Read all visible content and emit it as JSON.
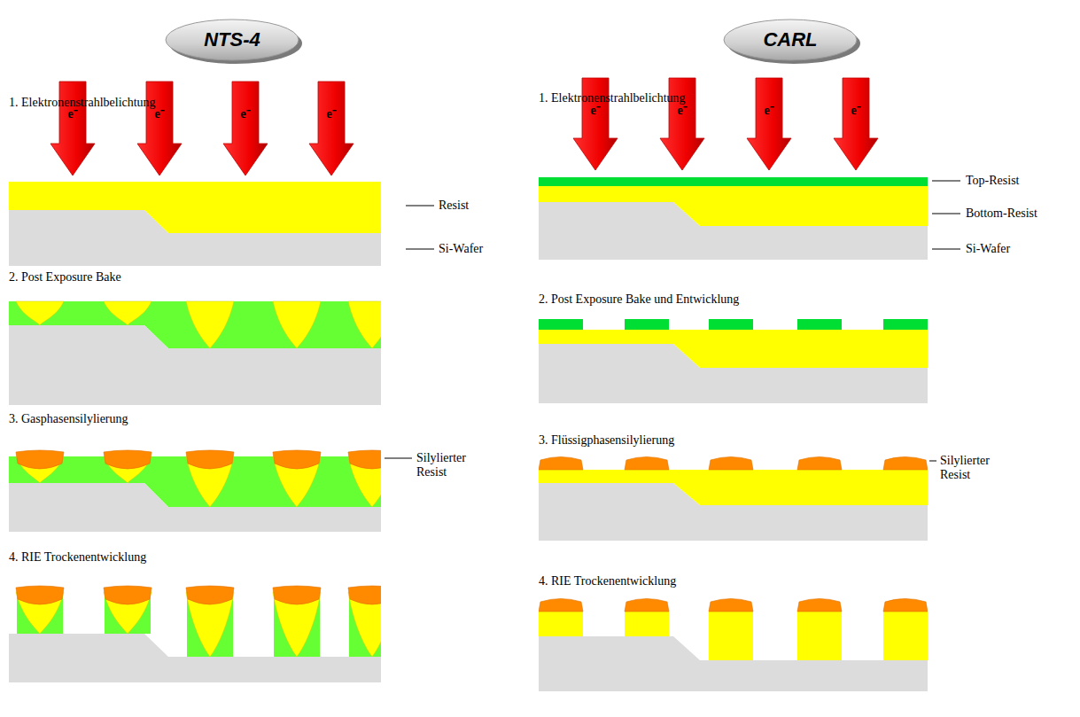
{
  "diagram": {
    "nodes": [
      {
        "text": [
          "NTS-4"
        ]
      },
      {
        "text": [
          "CARL"
        ]
      },
      {
        "text": [
          "e⁻"
        ]
      },
      {
        "text": [
          "e⁻"
        ]
      },
      {
        "text": [
          "e⁻"
        ]
      },
      {
        "text": [
          "e⁻"
        ]
      },
      {
        "text": [
          "e⁻"
        ]
      },
      {
        "text": [
          "e⁻"
        ]
      },
      {
        "text": [
          "e⁻"
        ]
      },
      {
        "text": [
          "e⁻"
        ]
      }
    ],
    "labels": [
      "1. Elektronenstrahlbelichtung",
      "Resist",
      "Si-Wafer",
      "2. Post Exposure Bake",
      "3. Gasphasensilylierung",
      "Silylierter Resist",
      "4. RIE Trockenentwicklung",
      "1. Elektronenstrahlbelichtung",
      "Top-Resist",
      "Bottom-Resist",
      "Si-Wafer",
      "2. Post Exposure Bake und Entwicklung",
      "3. Flüssigphasensilylierung",
      "Silylierter Resist",
      "4. RIE Trockenentwicklung"
    ]
  }
}
